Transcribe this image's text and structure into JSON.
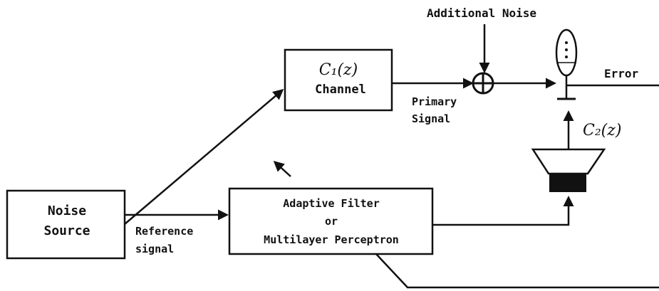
{
  "diagram": {
    "blocks": {
      "channel": {
        "math": "C₁(z)",
        "label": "Channel"
      },
      "noise_source": {
        "line1": "Noise",
        "line2": "Source"
      },
      "adaptive_filter": {
        "line1": "Adaptive Filter",
        "line2": "or",
        "line3": "Multilayer Perceptron"
      }
    },
    "labels": {
      "additional_noise": "Additional Noise",
      "error": "Error",
      "primary_signal_1": "Primary",
      "primary_signal_2": "Signal",
      "reference_signal_1": "Reference",
      "reference_signal_2": "signal",
      "c2": "C₂(z)"
    },
    "symbols": {
      "summing_junction": "summing-junction",
      "microphone": "microphone",
      "loudspeaker": "loudspeaker"
    },
    "colors": {
      "ink": "#111111",
      "background": "#ffffff"
    }
  }
}
